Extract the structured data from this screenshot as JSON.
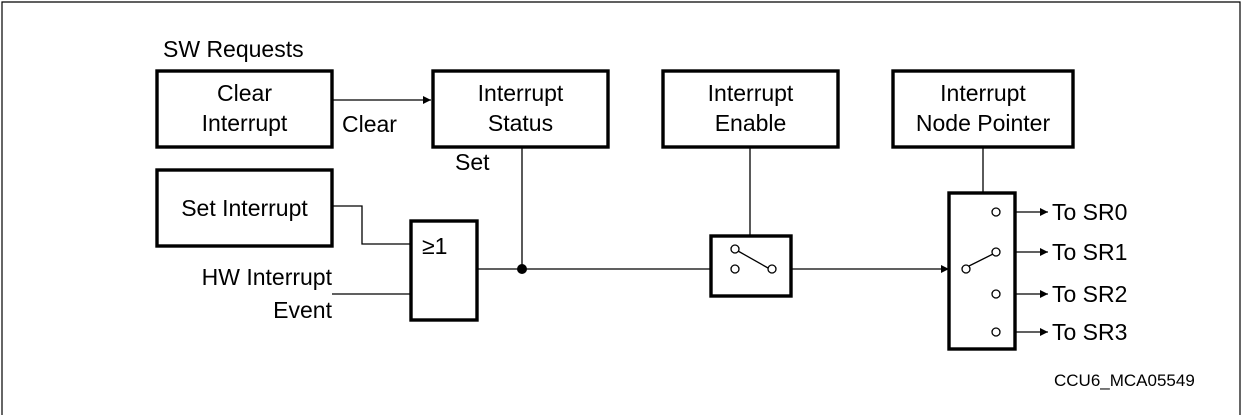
{
  "diagram": {
    "sw_requests_label": "SW Requests",
    "clear_interrupt_box": {
      "line1": "Clear",
      "line2": "Interrupt"
    },
    "clear_signal_label": "Clear",
    "interrupt_status_box": {
      "line1": "Interrupt",
      "line2": "Status"
    },
    "set_signal_label": "Set",
    "interrupt_enable_box": {
      "line1": "Interrupt",
      "line2": "Enable"
    },
    "interrupt_node_pointer_box": {
      "line1": "Interrupt",
      "line2": "Node Pointer"
    },
    "set_interrupt_box": "Set Interrupt",
    "or_gate_symbol": "≥1",
    "hw_event_label": {
      "line1": "HW Interrupt",
      "line2": "Event"
    },
    "outputs": [
      "To SR0",
      "To SR1",
      "To SR2",
      "To SR3"
    ],
    "figure_id": "CCU6_MCA05549"
  }
}
